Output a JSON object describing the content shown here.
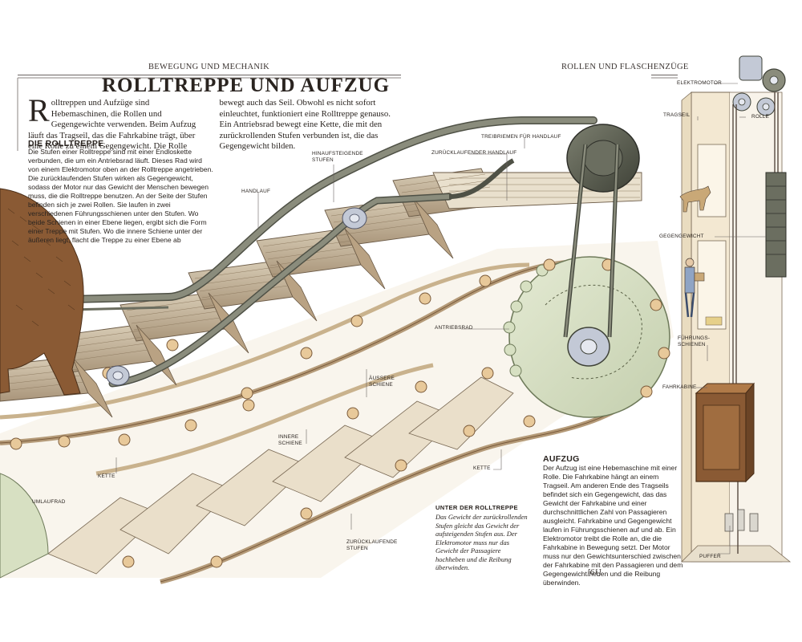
{
  "header": {
    "left": "BEWEGUNG UND MECHANIK",
    "right": "ROLLEN UND FLASCHENZÜGE"
  },
  "title": "ROLLTREPPE UND AUFZUG",
  "intro": {
    "dropcap": "R",
    "text": "olltreppen und Aufzüge sind Hebemaschinen, die Rollen und Gegengewichte verwenden. Beim Aufzug läuft das Tragseil, das die Fahrkabine trägt, über eine Rolle zu einem Gegengewicht. Die Rolle bewegt auch das Seil. Obwohl es nicht sofort einleuchtet, funktioniert eine Rolltreppe genauso. Ein Antriebsrad bewegt eine Kette, die mit den zurückrollenden Stufen verbunden ist, die das Gegengewicht bilden."
  },
  "rolltreppe": {
    "heading": "DIE ROLLTREPPE",
    "text": "Die Stufen einer Rolltreppe sind mit einer Endloskette verbunden, die um ein Antriebsrad läuft. Dieses Rad wird von einem Elektromotor oben an der Rolltreppe angetrieben. Die zurücklaufenden Stufen wirken als Gegengewicht, sodass der Motor nur das Gewicht der Menschen bewegen muss, die die Rolltreppe benutzen. An der Seite der Stufen befinden sich je zwei Rollen. Sie laufen in zwei verschiedenen Führungsschienen unter den Stufen. Wo beide Schienen in einer Ebene liegen, ergibt sich die Form einer Treppe mit Stufen. Wo die innere Schiene unter der äußeren liegt, flacht die Treppe zu einer Ebene ab"
  },
  "aufzug": {
    "heading": "AUFZUG",
    "text": "Der Aufzug ist eine Hebemaschine mit einer Rolle. Die Fahrkabine hängt an einem Tragseil. Am anderen Ende des Tragseils befindet sich ein Gegengewicht, das das Gewicht der Fahrkabine und einer durchschnittlichen Zahl von Passagieren ausgleicht. Fahrkabine und Gegengewicht laufen in Führungsschienen auf und ab. Ein Elektromotor treibt die Rolle an, die die Fahrkabine in Bewegung setzt. Der Motor muss nur den Gewichtsunterschied zwischen der Fahrkabine mit den Passagieren und dem Gegengewicht heben und die Reibung überwinden."
  },
  "unter": {
    "heading": "UNTER DER ROLLTREPPE",
    "text": "Das Gewicht der zurückrollenden Stufen gleicht das Gewicht der aufsteigenden Stufen aus. Der Elektromotor muss nur das Gewicht der Passagiere hochheben und die Reibung überwinden."
  },
  "labels": {
    "handlauf": "HANDLAUF",
    "hinauf_1": "HINAUFSTEIGENDE",
    "hinauf_2": "STUFEN",
    "treibriemen": "TREIBRIEMEN FÜR HANDLAUF",
    "zur_handlauf": "ZURÜCKLAUFENDER HANDLAUF",
    "antriebsrad": "ANTRIEBSRAD",
    "aussere_1": "ÄUSSERE",
    "aussere_2": "SCHIENE",
    "innere_1": "INNERE",
    "innere_2": "SCHIENE",
    "kette_left": "KETTE",
    "kette_mid": "KETTE",
    "umlaufrad": "UMLAUFRAD",
    "zur_stufen_1": "ZURÜCKLAUFENDE",
    "zur_stufen_2": "STUFEN",
    "elektromotor": "ELEKTROMOTOR",
    "tragseil": "TRAGSEIL",
    "rolle": "ROLLE",
    "gegengewicht": "GEGENGEWICHT",
    "fuehrung_1": "FÜHRUNGS-",
    "fuehrung_2": "SCHIENEN",
    "fahrkabine": "FAHRKABINE",
    "puffer": "PUFFER"
  },
  "page_number": "[61]",
  "colors": {
    "handrail": "#8a8c7c",
    "track": "#b49a78",
    "roller": "#e8c99a",
    "wheel": "#d9e2c6",
    "step": "#c7b69c",
    "bear": "#8a5a34"
  }
}
